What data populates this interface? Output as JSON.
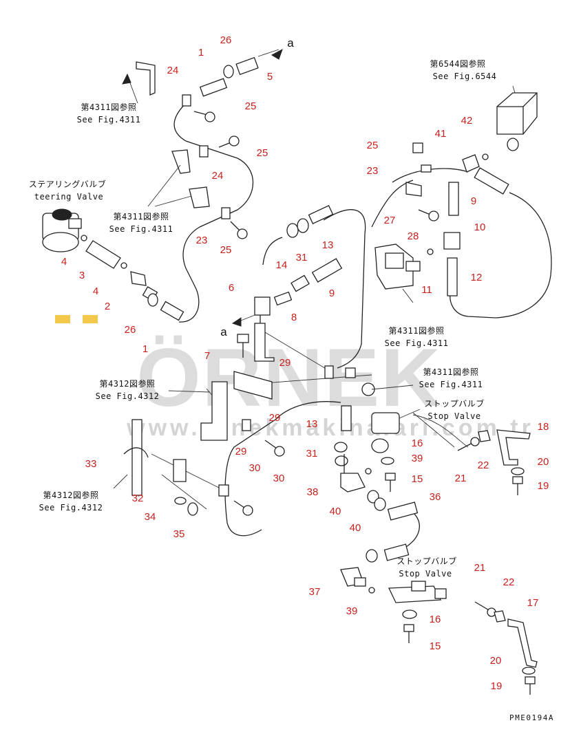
{
  "watermark": {
    "brand": "ÖRNEK",
    "url": "www.ornekmakinalari.com.tr",
    "accent_color": "#f2c94c",
    "text_color": "#dcdcdc"
  },
  "drawing_code": "PME0194A",
  "flow_marker": "a",
  "references": {
    "fig6544_jp": "第6544図参照",
    "fig6544_en": "See Fig.6544",
    "fig4311_jp": "第4311図参照",
    "fig4311_en": "See Fig.4311",
    "fig4312_jp": "第4312図参照",
    "fig4312_en": "See Fig.4312",
    "steering_jp": "ステアリングバルブ",
    "steering_en": "teering Valve",
    "stop_valve_jp": "ストップバルブ",
    "stop_valve_en": "Stop Valve"
  },
  "part_numbers": {
    "p1": "1",
    "p2": "2",
    "p3": "3",
    "p4": "4",
    "p5": "5",
    "p6": "6",
    "p7": "7",
    "p8": "8",
    "p9": "9",
    "p10": "10",
    "p11": "11",
    "p12": "12",
    "p13": "13",
    "p14": "14",
    "p15": "15",
    "p16": "16",
    "p17": "17",
    "p18": "18",
    "p19": "19",
    "p20": "20",
    "p21": "21",
    "p22": "22",
    "p23": "23",
    "p24": "24",
    "p25": "25",
    "p26": "26",
    "p27": "27",
    "p28": "28",
    "p29": "29",
    "p30": "30",
    "p31": "31",
    "p32": "32",
    "p33": "33",
    "p34": "34",
    "p35": "35",
    "p36": "36",
    "p37": "37",
    "p38": "38",
    "p39": "39",
    "p40": "40",
    "p41": "41",
    "p42": "42"
  }
}
